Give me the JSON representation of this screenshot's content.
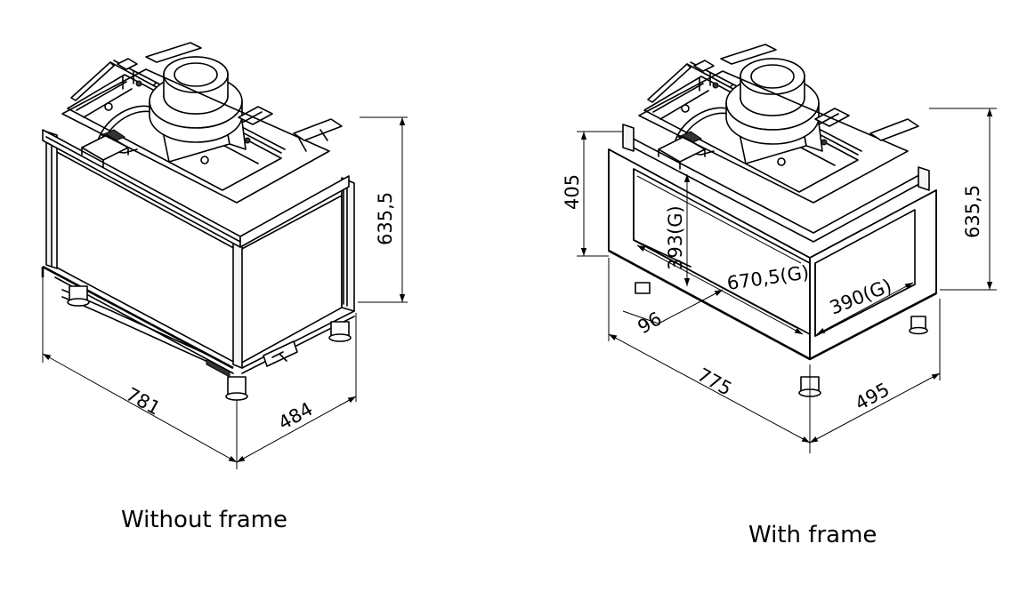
{
  "figures": {
    "without_frame": {
      "caption": "Without frame",
      "dim_width": "781",
      "dim_depth": "484",
      "dim_height": "635,5"
    },
    "with_frame": {
      "caption": "With frame",
      "dim_width": "775",
      "dim_depth": "495",
      "dim_height": "635,5",
      "dim_opening_height": "405",
      "dim_glass_height": "393(G)",
      "dim_glass_front": "670,5(G)",
      "dim_glass_side": "390(G)",
      "dim_offset": "96"
    }
  },
  "colors": {
    "line": "#000000",
    "background": "#ffffff"
  }
}
